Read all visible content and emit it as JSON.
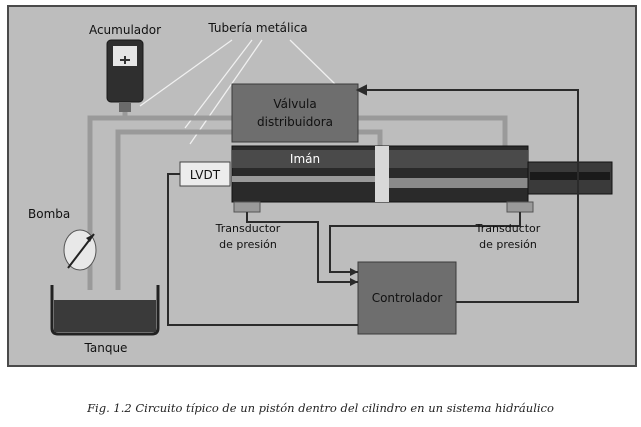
{
  "diagram": {
    "labels": {
      "acumulador": "Acumulador",
      "tuberia": "Tubería metálica",
      "valvula_line1": "Válvula",
      "valvula_line2": "distribuidora",
      "iman": "Imán",
      "lvdt": "LVDT",
      "bomba": "Bomba",
      "transductor_left_line1": "Transductor",
      "transductor_left_line2": "de presión",
      "transductor_right_line1": "Transductor",
      "transductor_right_line2": "de presión",
      "controlador": "Controlador",
      "tanque": "Tanque"
    },
    "colors": {
      "background": "#bdbdbd",
      "valve_box": "#6e6e6e",
      "controller_box": "#6e6e6e",
      "cylinder": "#2a2a2a",
      "tank_fluid": "#3a3a3a",
      "lines": "#2b2b2b",
      "pipes": "#8a8a8a"
    }
  },
  "caption": "Fig. 1.2  Circuito típico de un pistón dentro del cilindro en un sistema hidráulico"
}
